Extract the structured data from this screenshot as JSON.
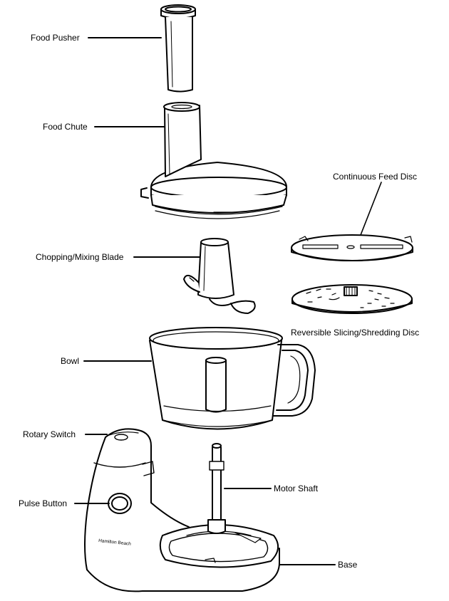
{
  "labels": {
    "food_pusher": "Food Pusher",
    "food_chute": "Food Chute",
    "chopping_blade": "Chopping/Mixing Blade",
    "bowl": "Bowl",
    "rotary_switch": "Rotary Switch",
    "pulse_button": "Pulse Button",
    "continuous_feed_disc": "Continuous Feed Disc",
    "slicing_disc": "Reversible Slicing/Shredding Disc",
    "motor_shaft": "Motor Shaft",
    "base": "Base"
  },
  "brand_logo": "Hamilton Beach"
}
